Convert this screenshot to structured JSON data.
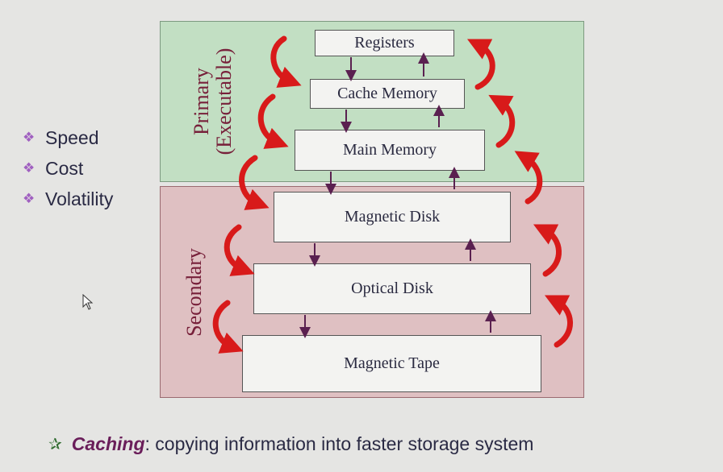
{
  "bullets": [
    {
      "label": "Speed"
    },
    {
      "label": "Cost"
    },
    {
      "label": "Volatility"
    }
  ],
  "regions": {
    "primary_label_line1": "Primary",
    "primary_label_line2": "(Executable)",
    "secondary_label": "Secondary"
  },
  "levels": [
    {
      "name": "Registers"
    },
    {
      "name": "Cache Memory"
    },
    {
      "name": "Main Memory"
    },
    {
      "name": "Magnetic Disk"
    },
    {
      "name": "Optical Disk"
    },
    {
      "name": "Magnetic Tape"
    }
  ],
  "footer": {
    "keyword": "Caching",
    "text": ": copying information into faster storage system"
  },
  "colors": {
    "primary_bg": "#c2dfc3",
    "secondary_bg": "#dfc0c2",
    "arrow_red": "#d81a1a",
    "small_arrow": "#5a2050",
    "bullet_mark": "#a060c0"
  },
  "icons": {
    "bullet": "diamond-cluster-icon",
    "footer": "star-icon",
    "cursor": "mouse-pointer-icon"
  }
}
